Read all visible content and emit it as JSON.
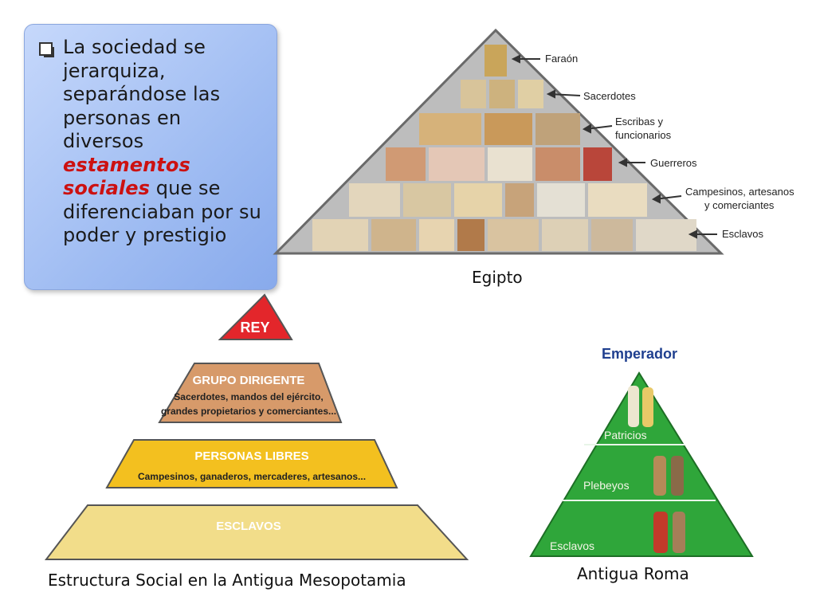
{
  "callout": {
    "text_before": "La sociedad se jerarquiza, separándose las personas en diversos ",
    "highlight": "estamentos sociales",
    "text_after": " que se diferenciaban por su poder y prestigio",
    "highlight_color": "#cc1111"
  },
  "egypt": {
    "caption": "Egipto",
    "levels": [
      "Faraón",
      "Sacerdotes",
      "Escribas y",
      "funcionarios",
      "Guerreros",
      "Campesinos, artesanos",
      "y comerciantes",
      "Esclavos"
    ]
  },
  "mesopotamia": {
    "caption": "Estructura Social en la Antigua Mesopotamia",
    "top": "REY",
    "level2_title": "GRUPO DIRIGENTE",
    "level2_line1": "Sacerdotes, mandos del ejército,",
    "level2_line2": "grandes propietarios y comerciantes...",
    "level3_title": "PERSONAS LIBRES",
    "level3_line1": "Campesinos, ganaderos, mercaderes, artesanos...",
    "level4_title": "ESCLAVOS",
    "colors": {
      "rey": "#e3262b",
      "dirigente": "#d79a6a",
      "libres": "#f3c01f",
      "esclavos": "#f2dd8a"
    }
  },
  "rome": {
    "caption": "Antigua Roma",
    "title": "Emperador",
    "levels": [
      "Patricios",
      "Plebeyos",
      "Esclavos"
    ],
    "color": "#2fa63a"
  }
}
